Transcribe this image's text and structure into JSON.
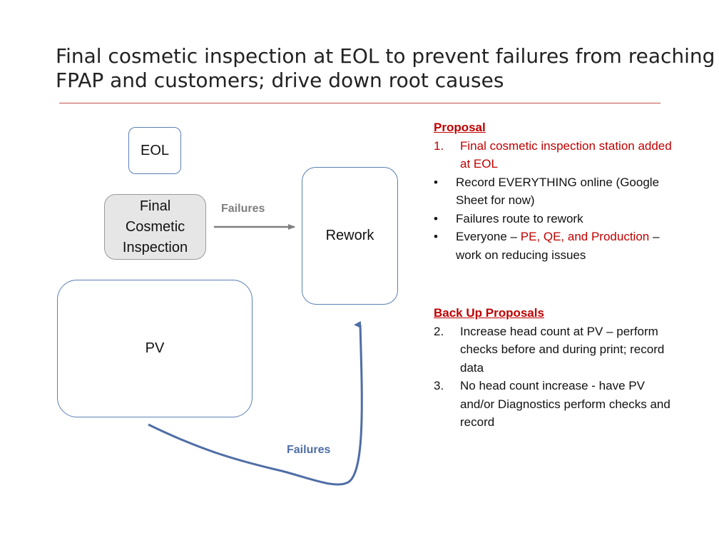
{
  "slide": {
    "title_lines": [
      "Final cosmetic inspection at EOL to prevent failures from reaching",
      "FPAP and customers; drive down root causes"
    ]
  },
  "diagram": {
    "boxes": {
      "eol": "EOL",
      "final_cosmetic_inspection": [
        "Final",
        "Cosmetic",
        "Inspection"
      ],
      "rework": "Rework",
      "pv": "PV"
    },
    "flows": {
      "inspection_to_rework": "Failures",
      "pv_to_rework": "Failures"
    }
  },
  "proposal": {
    "heading": "Proposal",
    "numbered_item": {
      "marker": "1.",
      "text": "Final cosmetic inspection station added at EOL"
    },
    "bullets": [
      {
        "marker": "•",
        "text": "Record EVERYTHING online (Google Sheet for now)"
      },
      {
        "marker": "•",
        "text": "Failures route to rework"
      }
    ],
    "everyone": {
      "marker": "•",
      "prefix": "Everyone – ",
      "highlight": "PE, QE, and Production",
      "suffix": " – work on reducing issues"
    }
  },
  "backup": {
    "heading": "Back Up Proposals",
    "items": [
      {
        "marker": "2.",
        "text": "Increase head count at PV – perform checks before and during print; record data"
      },
      {
        "marker": "3.",
        "text": "No head count increase - have PV and/or Diagnostics perform checks and record"
      }
    ]
  },
  "colors": {
    "accent_red": "#c00000",
    "divider_red": "#c0504d",
    "box_border_blue": "#5b7fb3",
    "arrow_gray": "#7f7f7f",
    "arrow_blue": "#4f6ea6",
    "inspection_fill": "#e6e6e6"
  }
}
